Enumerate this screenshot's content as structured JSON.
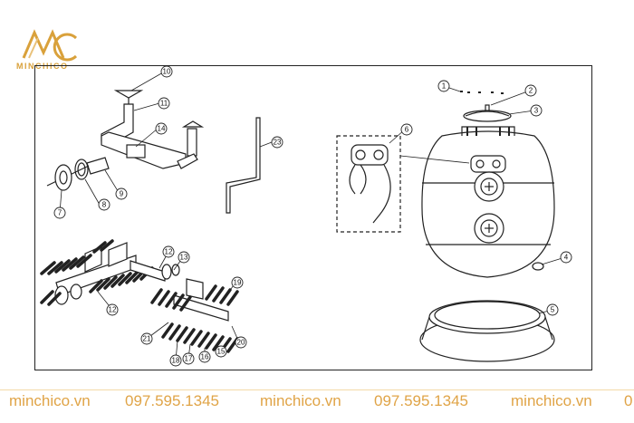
{
  "brand": {
    "name": "MINCHICO",
    "primary_color": "#d9a13b"
  },
  "diagram": {
    "callouts": [
      "1",
      "2",
      "3",
      "4",
      "5",
      "6",
      "7",
      "8",
      "9",
      "10",
      "11",
      "12",
      "12",
      "13",
      "14",
      "15",
      "16",
      "17",
      "18",
      "19",
      "20",
      "21",
      "23"
    ]
  },
  "footer": {
    "items": [
      "minchico.vn",
      "097.595.1345",
      "minchico.vn",
      "097.595.1345",
      "minchico.vn",
      "0"
    ]
  }
}
